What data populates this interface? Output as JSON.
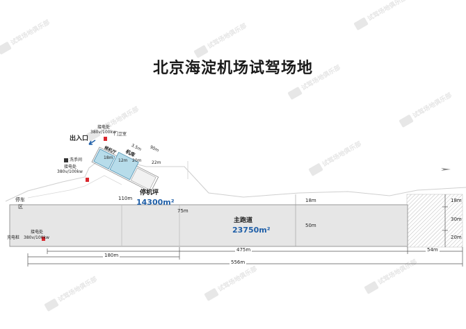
{
  "title": "北京海淀机场试驾场地",
  "watermark_text": "试驾场地俱乐部",
  "labels": {
    "exit_entrance": "出入口",
    "hangar": "机库",
    "waiting_hall": "候机厅",
    "gate": "门卫室",
    "restroom": "洗手间",
    "parking_apron": "停机坪",
    "main_runway": "主跑道",
    "parking_zone": "停车区",
    "charging_pile": "充电桩",
    "charging_spec": "380v/100kw"
  },
  "power_points": [
    {
      "name": "接电处",
      "spec": "380v/100kw"
    },
    {
      "name": "接电处",
      "spec": "380v/100kw"
    },
    {
      "name": "接电处",
      "spec": "380v/100kw"
    }
  ],
  "areas": {
    "apron": "14300m²",
    "runway": "23750m²"
  },
  "dimensions": {
    "apron_height": "110m",
    "apron_inner": "75m",
    "runway_top": "18m",
    "runway_mid": "50m",
    "right_top": "18m",
    "right_mid": "30m",
    "right_bottom": "20m",
    "runway_length": "475m",
    "right_length": "54m",
    "apron_length": "180m",
    "total_length": "556m",
    "building_90": "90m",
    "building_22": "22m",
    "hangar_w": "3.5m",
    "hangar_h": "20m",
    "hall_w": "18m",
    "hall_h": "12m"
  },
  "colors": {
    "runway": "#e6e6e6",
    "building": "#b7dcea",
    "power": "#d9272e",
    "accent_blue": "#1f5fa8"
  }
}
